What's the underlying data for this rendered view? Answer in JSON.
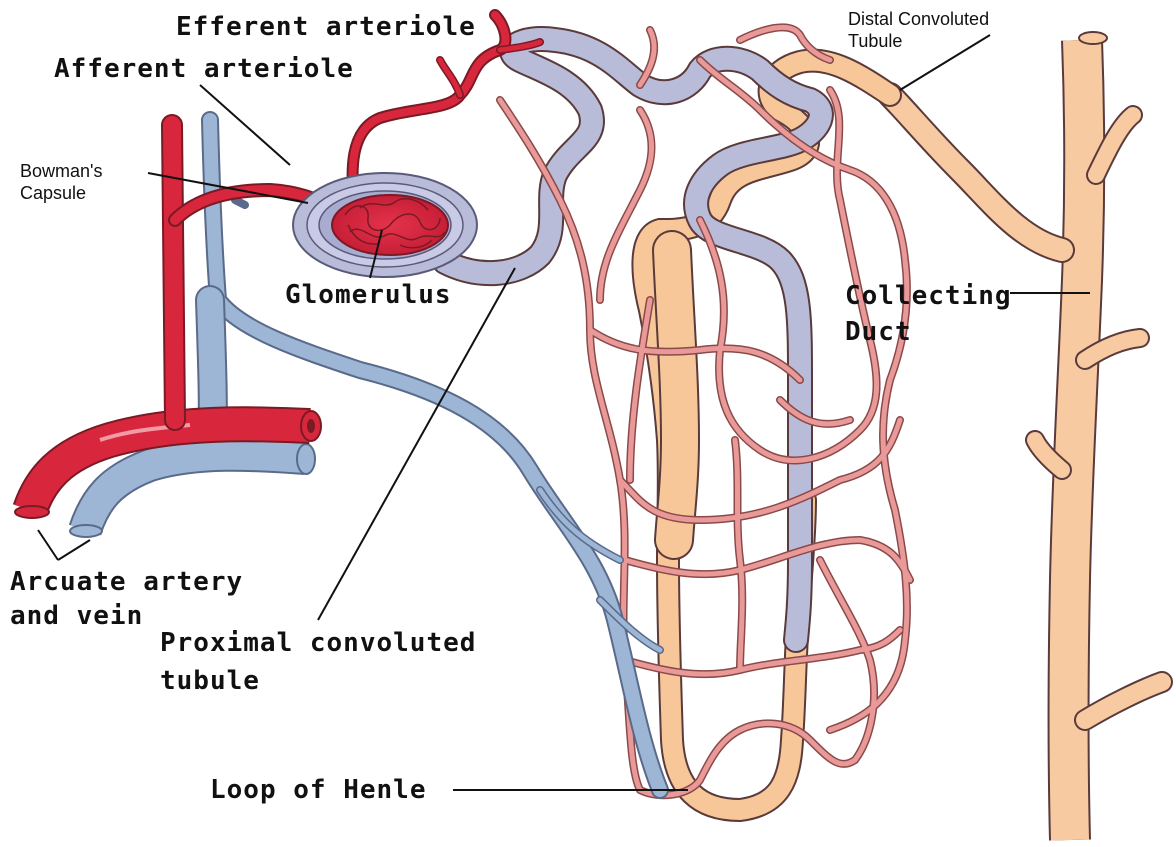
{
  "labels": {
    "efferent_arteriole": "Efferent arteriole",
    "afferent_arteriole": "Afferent arteriole",
    "bowmans_capsule": [
      "Bowman's",
      "Capsule"
    ],
    "glomerulus": "Glomerulus",
    "distal_convoluted_tubule": [
      "Distal Convoluted",
      "Tubule"
    ],
    "collecting_duct": [
      "Collecting",
      "Duct"
    ],
    "arcuate_artery_vein": [
      "Arcuate artery",
      "and vein"
    ],
    "proximal_convoluted_tubule": [
      "Proximal convoluted",
      "tubule"
    ],
    "loop_of_henle": "Loop of Henle"
  },
  "colors": {
    "artery": "#d8273d",
    "vein": "#9db6d6",
    "capillary": "#e99a98",
    "proximal_tubule": "#b9bcd9",
    "distal_tubule": "#f7c79a",
    "collecting_duct": "#f8caa1",
    "outline": "#5a3a3a",
    "leader_line": "#111111"
  }
}
